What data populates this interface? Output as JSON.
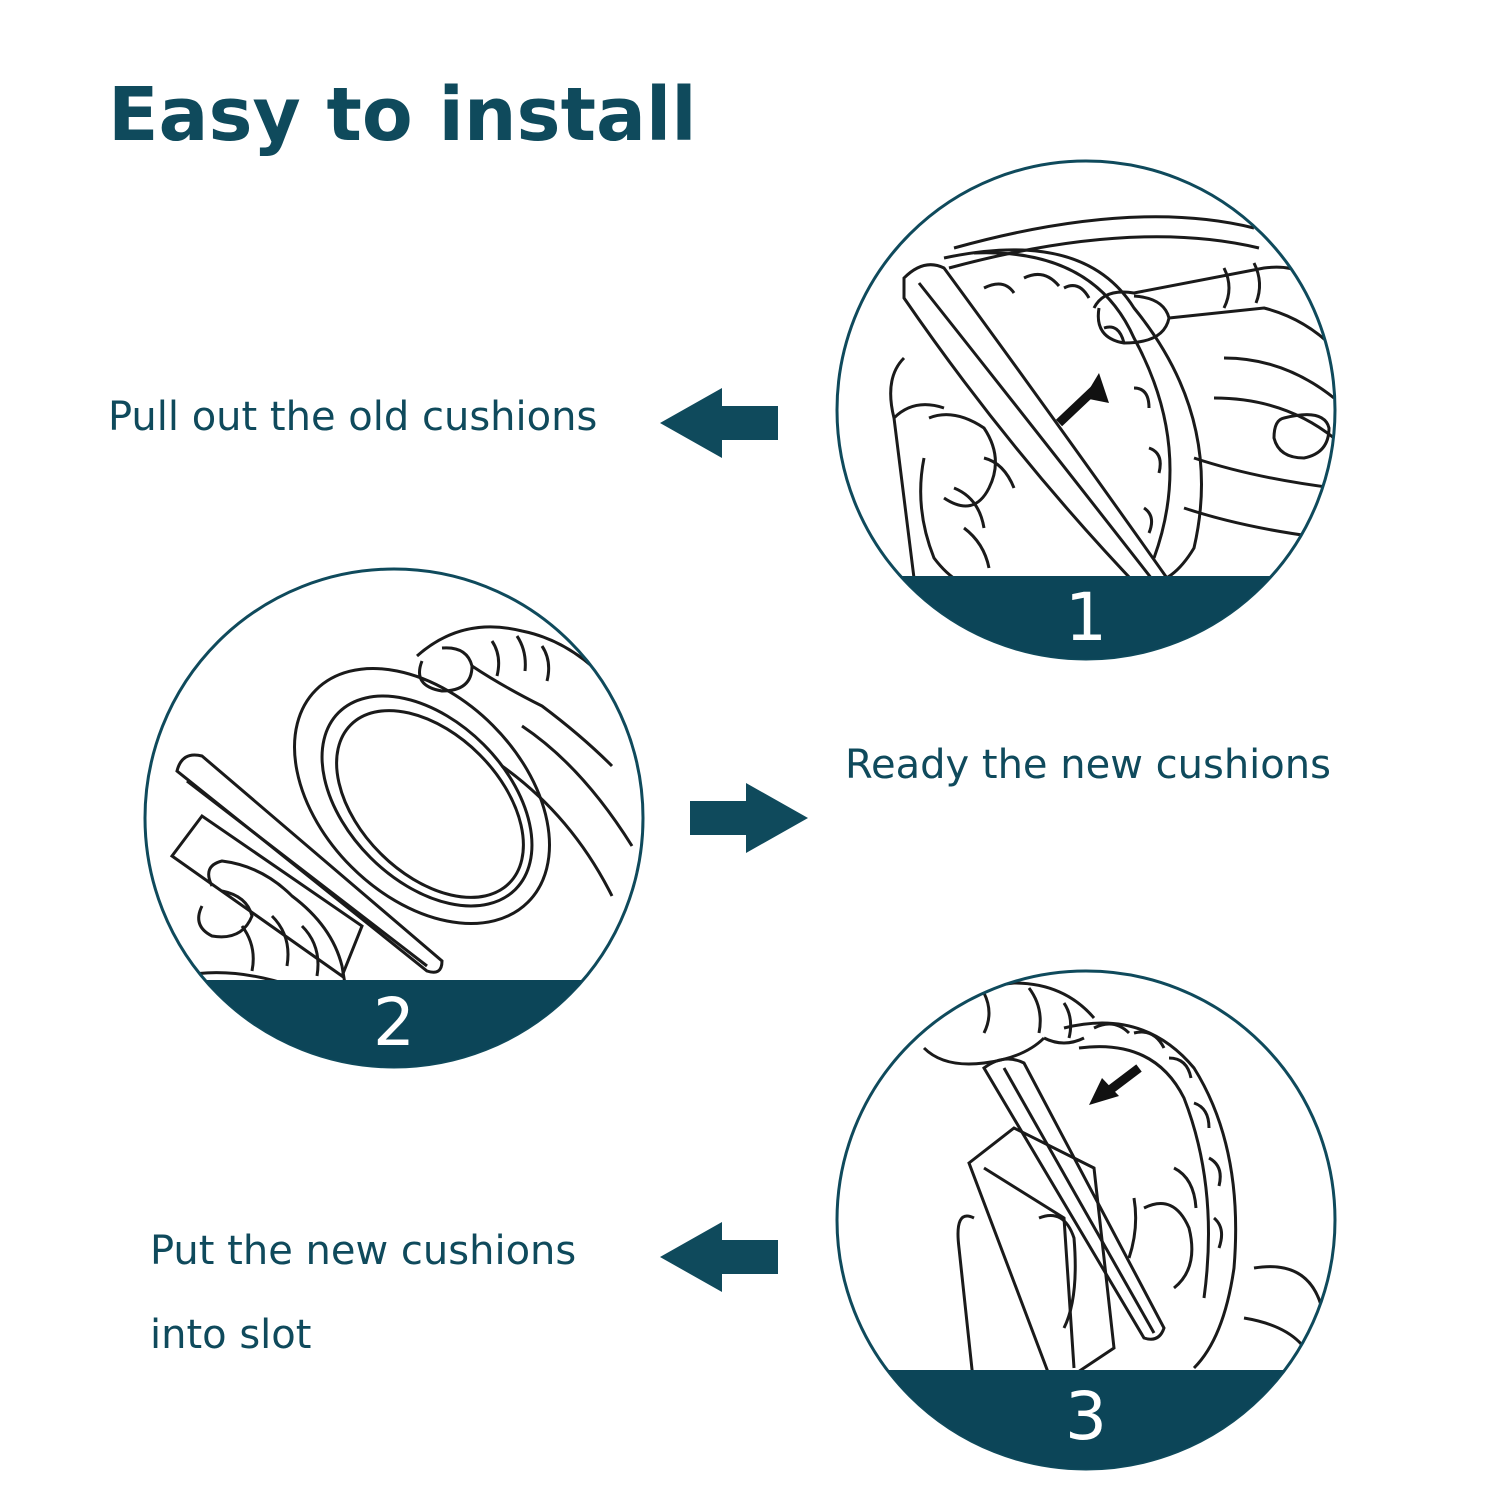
{
  "colors": {
    "primary": "#0f4a5c",
    "badge": "#0c4558",
    "line": "#1a1a1a",
    "background": "#ffffff"
  },
  "title": "Easy to install",
  "steps": [
    {
      "number": "1",
      "label": "Pull out the old cushions",
      "arrow": "left-arrow-icon"
    },
    {
      "number": "2",
      "label": "Ready the new cushions",
      "arrow": "right-arrow-icon"
    },
    {
      "number": "3",
      "label_lines": [
        "Put the new cushions",
        "into slot"
      ],
      "arrow": "left-arrow-icon"
    }
  ]
}
